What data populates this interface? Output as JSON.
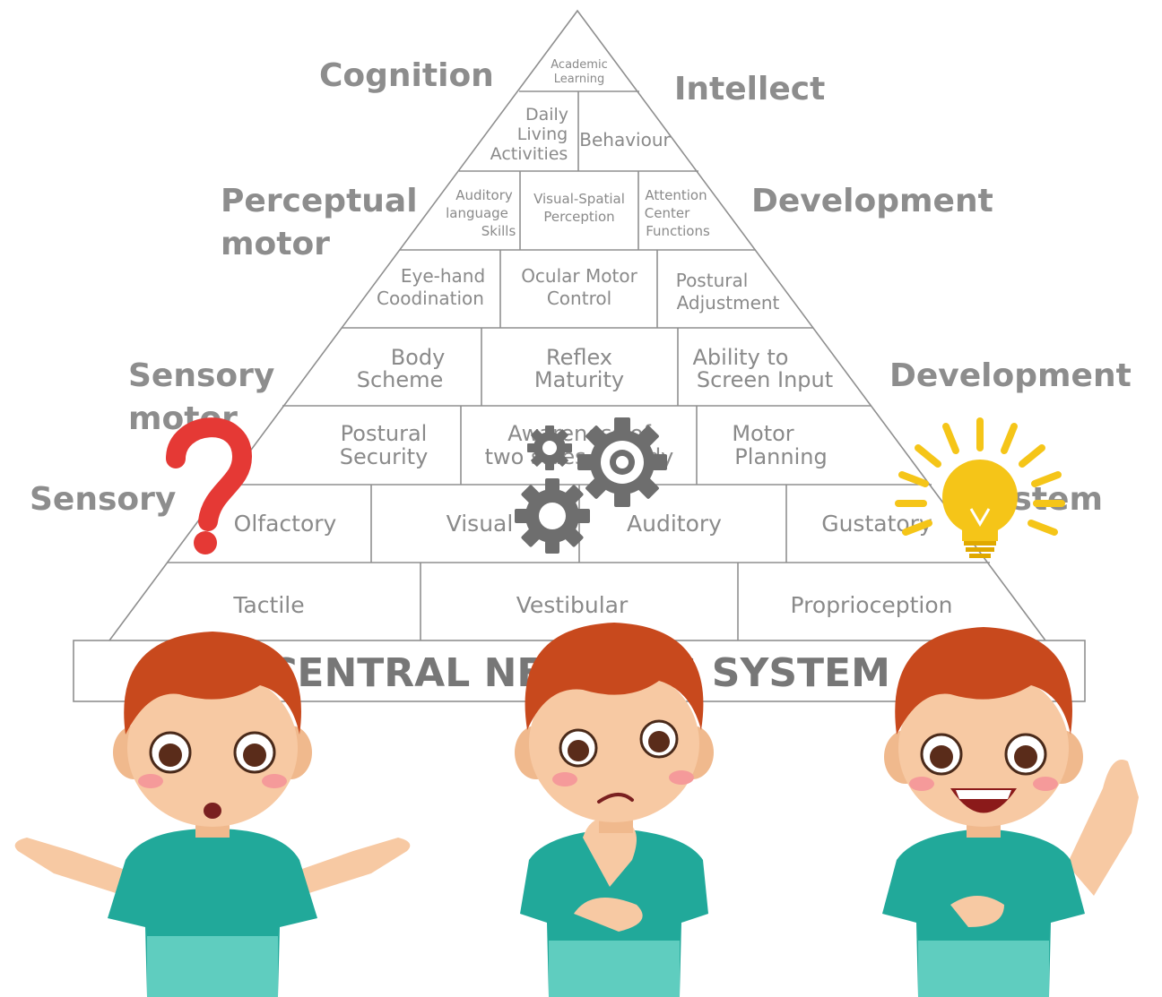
{
  "side_labels": {
    "cognition": "Cognition",
    "intellect": "Intellect",
    "perceptual": "Perceptual",
    "motor1": "motor",
    "development1": "Development",
    "sensory1": "Sensory",
    "motor2": "motor",
    "development2": "Development",
    "sensory2": "Sensory",
    "system": "System"
  },
  "pyramid": {
    "level1": {
      "line1": "Academic",
      "line2": "Learning"
    },
    "level2": {
      "daily": {
        "line1": "Daily",
        "line2": "Living",
        "line3": "Activities"
      },
      "behaviour": "Behaviour"
    },
    "level3": {
      "auditory": {
        "line1": "Auditory",
        "line2": "language",
        "line3": "Skills"
      },
      "visual_spatial": {
        "line1": "Visual-Spatial",
        "line2": "Perception"
      },
      "attention": {
        "line1": "Attention",
        "line2": "Center",
        "line3": "Functions"
      }
    },
    "level4": {
      "eye_hand": {
        "line1": "Eye-hand",
        "line2": "Coodination"
      },
      "ocular": {
        "line1": "Ocular Motor",
        "line2": "Control"
      },
      "postural_adj": {
        "line1": "Postural",
        "line2": "Adjustment"
      }
    },
    "level5": {
      "body": {
        "line1": "Body",
        "line2": "Scheme"
      },
      "reflex": {
        "line1": "Reflex",
        "line2": "Maturity"
      },
      "ability": {
        "line1": "Ability to",
        "line2": "Screen Input"
      }
    },
    "level6": {
      "postural_sec": {
        "line1": "Postural",
        "line2": "Security"
      },
      "awareness": {
        "line1": "Awareness of",
        "line2": "two sides of body"
      },
      "motor_planning": {
        "line1": "Motor",
        "line2": "Planning"
      }
    },
    "level7": {
      "olfactory": "Olfactory",
      "visual": "Visual",
      "auditory": "Auditory",
      "gustatory": "Gustatory"
    },
    "level8": {
      "tactile": "Tactile",
      "vestibular": "Vestibular",
      "proprioception": "Proprioception"
    },
    "base": "CENTRAL NERVOUS SYSTEM"
  },
  "colors": {
    "lines": "#8f8f8f",
    "text": "#8a8a8a",
    "question_mark": "#e53935",
    "bulb": "#f5c518",
    "gear": "#6e6e6e",
    "shirt": "#21a99a",
    "hair": "#c8491d",
    "skin": "#f7c9a3"
  },
  "icons": {
    "question": "question-mark-icon",
    "gears": "gears-icon",
    "bulb": "lightbulb-icon"
  }
}
